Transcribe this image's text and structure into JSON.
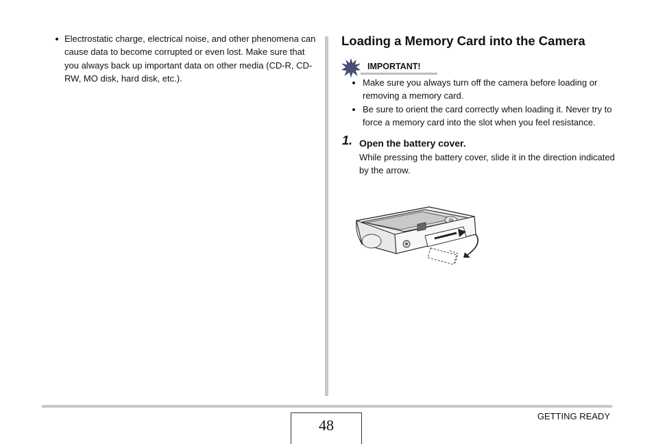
{
  "left_column": {
    "bullets": [
      "Electrostatic charge, electrical noise, and other phenomena can cause data to become corrupted or even lost. Make sure that you always back up important data on other media (CD-R, CD-RW, MO disk, hard disk, etc.)."
    ]
  },
  "right_column": {
    "title": "Loading a Memory Card into the Camera",
    "important": {
      "label": "IMPORTANT!",
      "bullets": [
        "Make sure you always turn off the camera before loading or removing a memory card.",
        "Be sure to orient the card correctly when loading it. Never try to force a memory card into the slot when you feel resistance."
      ]
    },
    "step": {
      "number": "1.",
      "title": "Open the battery cover.",
      "text": "While pressing the battery cover, slide it in the direction indicated by the arrow."
    }
  },
  "footer": {
    "page_number": "48",
    "section": "GETTING READY"
  }
}
